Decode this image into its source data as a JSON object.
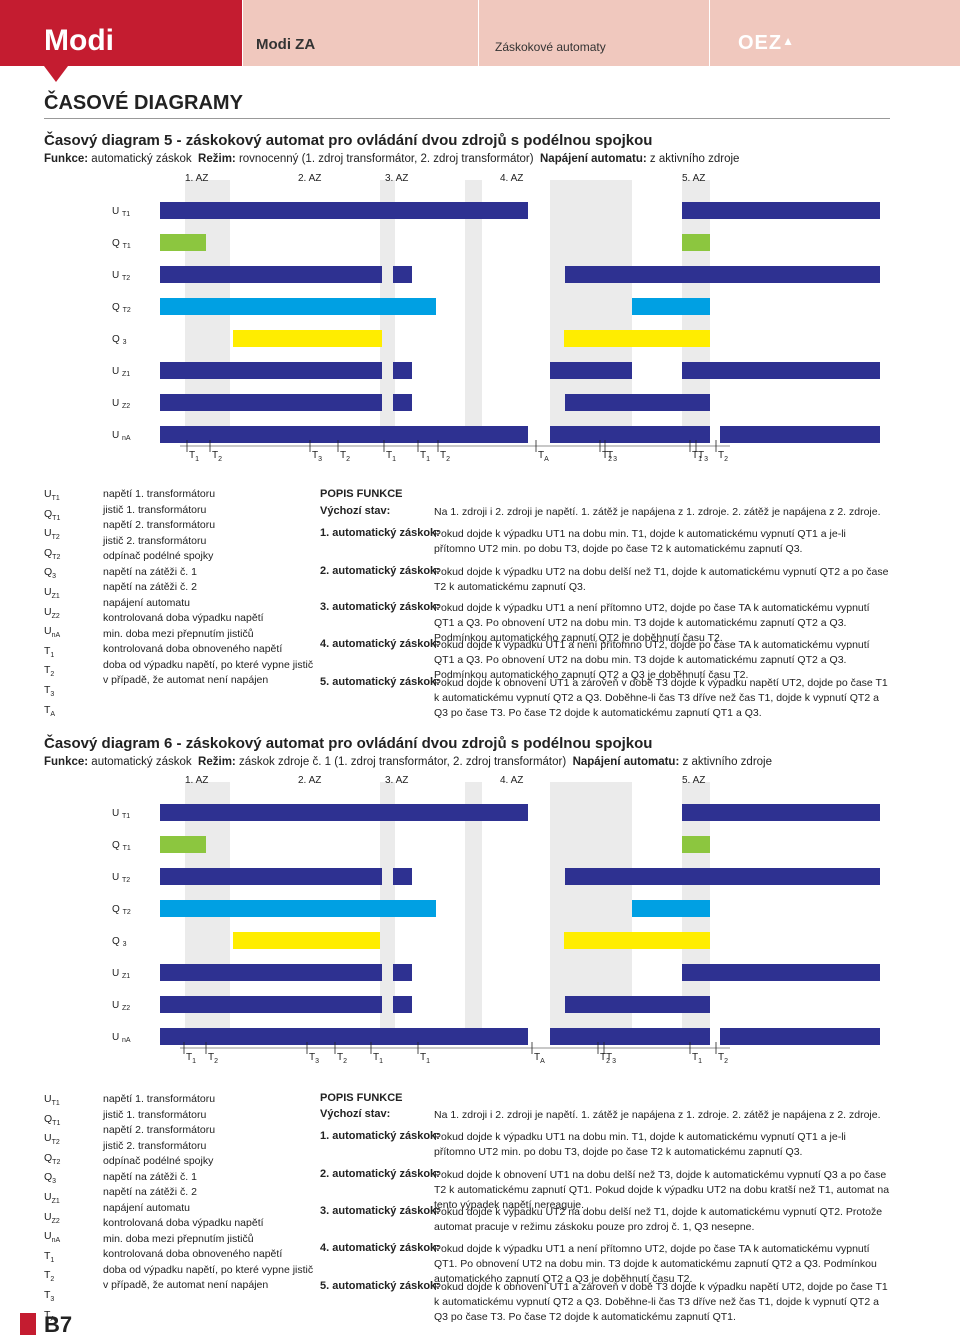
{
  "header": {
    "brand_title": "Modi",
    "series": "Modi ZA",
    "category": "Záskokové automaty",
    "logo": "OEZ"
  },
  "section_title": "ČASOVÉ DIAGRAMY",
  "labels": {
    "az": [
      "1. AZ",
      "2. AZ",
      "3. AZ",
      "4. AZ",
      "5. AZ"
    ],
    "signals": [
      "U T1",
      "Q T1",
      "U T2",
      "Q T2",
      "Q 3",
      "U Z1",
      "U Z2",
      "U nA"
    ]
  },
  "colors": {
    "brand_red": "#c41c30",
    "dark_blue": "#2e3191",
    "green": "#8cc63f",
    "cyan": "#00a0e3",
    "yellow": "#ffed00",
    "shade": "#ebebeb"
  },
  "diagram5": {
    "title": "Časový diagram 5 - záskokový automat pro ovládání dvou zdrojů s podélnou spojkou",
    "sub_func_label": "Funkce:",
    "sub_func": "automatický záskok",
    "sub_mode_label": "Režim:",
    "sub_mode": "rovnocenný (1. zdroj transformátor, 2. zdroj transformátor)",
    "sub_power_label": "Napájení automatu:",
    "sub_power": "z aktivního zdroje",
    "time_labels": [
      "T1",
      "T2",
      "T3",
      "T2",
      "T1",
      "T1",
      "T2",
      "TA",
      "T2",
      "T3",
      "T1",
      "T2",
      "T3"
    ]
  },
  "diagram6": {
    "title": "Časový diagram 6 - záskokový automat pro ovládání dvou zdrojů s podélnou spojkou",
    "sub_func_label": "Funkce:",
    "sub_func": "automatický záskok",
    "sub_mode_label": "Režim:",
    "sub_mode": "záskok zdroje č. 1 (1. zdroj transformátor, 2. zdroj transformátor)",
    "sub_power_label": "Napájení automatu:",
    "sub_power": "z aktivního zdroje",
    "time_labels": [
      "T1",
      "T2",
      "T3",
      "T2",
      "T1",
      "T1",
      "TA",
      "T2",
      "T3",
      "T1",
      "T2"
    ]
  },
  "legend": {
    "symbols": [
      "UT1",
      "QT1",
      "UT2",
      "QT2",
      "Q3",
      "UZ1",
      "UZ2",
      "UnA",
      "T1",
      "T2",
      "T3",
      "TA"
    ],
    "texts": [
      "napětí 1. transformátoru",
      "jistič 1. transformátoru",
      "napětí 2. transformátoru",
      "jistič 2. transformátoru",
      "odpínač podélné spojky",
      "napětí na zátěži č. 1",
      "napětí na zátěži č. 2",
      "napájení automatu",
      "kontrolovaná doba výpadku napětí",
      "min. doba mezi přepnutím jističů",
      "kontrolovaná doba obnoveného napětí",
      "doba od výpadku napětí, po které vypne jistič",
      "v případě, že automat není napájen"
    ]
  },
  "func5": {
    "heading": "POPIS FUNKCE",
    "rows": [
      {
        "label": "Výchozí stav:",
        "text": "Na 1. zdroji i 2. zdroji je napětí. 1. zátěž je napájena z 1. zdroje. 2. zátěž je napájena z 2. zdroje."
      },
      {
        "label": "1. automatický záskok:",
        "text": "Pokud dojde k výpadku UT1 na dobu min. T1, dojde k automatickému vypnutí QT1 a je-li přítomno UT2 min. po dobu T3, dojde po čase T2 k automatickému zapnutí Q3."
      },
      {
        "label": "2. automatický záskok:",
        "text": "Pokud dojde k výpadku UT2 na dobu delší než T1, dojde k automatickému vypnutí QT2 a po čase T2 k automatickému zapnutí Q3."
      },
      {
        "label": "3. automatický záskok:",
        "text": "Pokud dojde k výpadku UT1 a není přítomno UT2, dojde po čase TA k automatickému vypnutí QT1 a Q3. Po obnovení UT2 na dobu min. T3 dojde k automatickému zapnutí QT2 a Q3. Podmínkou automatického zapnutí QT2 je doběhnutí času T2."
      },
      {
        "label": "4. automatický záskok:",
        "text": "Pokud dojde k výpadku UT1 a není přítomno UT2, dojde po čase TA k automatickému vypnutí QT1 a Q3. Po obnovení UT2 na dobu min. T3 dojde k automatickému zapnutí QT2 a Q3. Podmínkou automatického zapnutí QT2 a Q3 je doběhnutí času T2."
      },
      {
        "label": "5. automatický záskok:",
        "text": "Pokud dojde k obnovení UT1 a zároveň v době T3 dojde k výpadku napětí UT2, dojde po čase T1 k automatickému vypnutí QT2 a Q3. Doběhne-li čas T3 dříve než čas T1, dojde k vypnutí QT2 a Q3 po čase T3. Po čase T2 dojde k automatickému zapnutí QT1 a Q3."
      }
    ]
  },
  "func6": {
    "heading": "POPIS FUNKCE",
    "rows": [
      {
        "label": "Výchozí stav:",
        "text": "Na 1. zdroji i 2. zdroji je napětí. 1. zátěž je napájena z 1. zdroje. 2. zátěž je napájena z 2. zdroje."
      },
      {
        "label": "1. automatický záskok:",
        "text": "Pokud dojde k výpadku UT1 na dobu min. T1, dojde k automatickému vypnutí QT1 a je-li přítomno UT2 min. po dobu T3, dojde po čase T2 k automatickému zapnutí Q3."
      },
      {
        "label": "2. automatický záskok:",
        "text": "Pokud dojde k obnovení UT1 na dobu delší než T3, dojde k automatickému vypnutí Q3 a po čase T2 k automatickému zapnutí QT1. Pokud dojde k výpadku UT2 na dobu kratší než T1, automat na tento výpadek napětí nereaguje."
      },
      {
        "label": "3. automatický záskok:",
        "text": "Pokud dojde k výpadku UT2 na dobu delší než T1, dojde k automatickému vypnutí QT2. Protože automat pracuje v režimu záskoku pouze pro zdroj č. 1, Q3 nesepne."
      },
      {
        "label": "4. automatický záskok:",
        "text": "Pokud dojde k výpadku UT1 a není přítomno UT2, dojde po čase TA k automatickému vypnutí QT1. Po obnovení UT2 na dobu min. T3 dojde k automatickému zapnutí QT2 a Q3. Podmínkou automatického zapnutí QT2 a Q3 je doběhnutí času T2."
      },
      {
        "label": "5. automatický záskok:",
        "text": "Pokud dojde k obnovení UT1 a zároveň v době T3 dojde k výpadku napětí UT2, dojde po čase T1 k automatickému vypnutí QT2 a Q3. Doběhne-li čas T3 dříve než čas T1, dojde k vypnutí QT2 a Q3 po čase T3. Po čase T2 dojde k automatickému zapnutí QT1."
      }
    ]
  },
  "page_number": "B7"
}
